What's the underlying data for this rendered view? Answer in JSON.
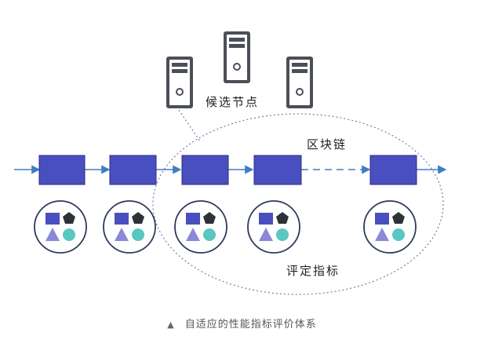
{
  "labels": {
    "candidate_nodes": "候选节点",
    "blockchain": "区块链",
    "evaluation_indicators": "评定指标"
  },
  "caption": {
    "marker": "▲",
    "text": "自适应的性能指标评价体系"
  },
  "colors": {
    "block": "#4a4fbf",
    "block_border": "#2a2d85",
    "arrow": "#3f7fbf",
    "square_icon": "#4a4fbf",
    "pentagon_icon": "#2e3238",
    "triangle_icon": "#8b88d8",
    "circle_icon": "#58c8c0",
    "server_body": "#4b4f57",
    "ellipse_outline": "#6f7fa5"
  },
  "icons": {
    "server": "server-icon",
    "square": "square-shape-icon",
    "pentagon": "pentagon-shape-icon",
    "triangle": "triangle-shape-icon",
    "circle": "circle-shape-icon"
  }
}
